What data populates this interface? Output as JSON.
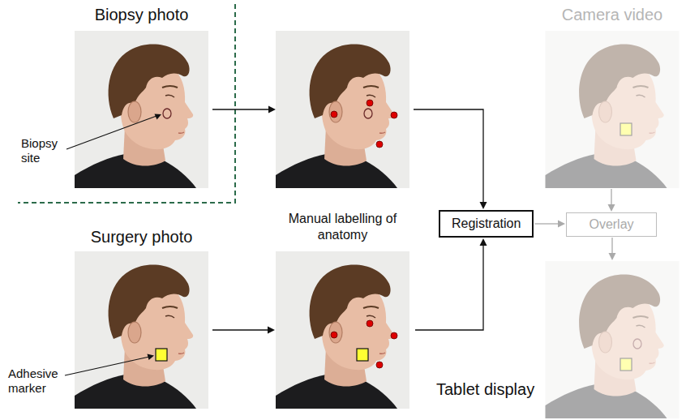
{
  "diagram": {
    "nodes": [
      {
        "text": [
          "Biopsy photo"
        ]
      },
      {
        "text": [
          "Camera video"
        ]
      },
      {
        "text": [
          "Registration"
        ]
      },
      {
        "text": [
          "Overlay"
        ]
      },
      {
        "text": [
          "Surgery photo"
        ]
      },
      {
        "text": [
          "Manual labelling of anatomy"
        ]
      },
      {
        "text": [
          "Tablet display"
        ]
      }
    ],
    "edges": [
      {
        "from": 4,
        "to": 5,
        "arrow": "to"
      },
      {
        "from": 5,
        "to": 2,
        "arrow": "to"
      },
      {
        "from": 2,
        "to": 3,
        "arrow": "to"
      },
      {
        "from": 1,
        "to": 3,
        "arrow": "to"
      },
      {
        "from": 3,
        "to": 6,
        "arrow": "to"
      }
    ],
    "labels": [
      "Biopsy site",
      "Adhesive marker"
    ]
  }
}
